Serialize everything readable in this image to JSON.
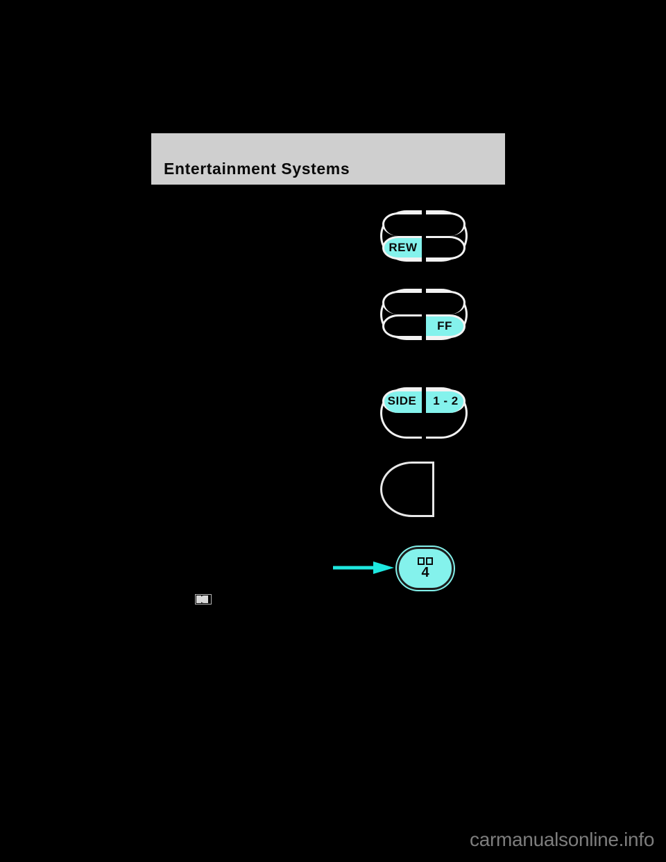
{
  "page": {
    "background_color": "#000000",
    "accent_color": "#84f2ec",
    "header_band_color": "#cfcfcf"
  },
  "header": {
    "title": "Entertainment Systems"
  },
  "figures": [
    {
      "id": "rewind-rocker",
      "type": "rocker-switch",
      "left_label": "REW",
      "right_label": "",
      "lit_side": "left"
    },
    {
      "id": "fast-forward-rocker",
      "type": "rocker-switch",
      "left_label": "",
      "right_label": "FF",
      "lit_side": "right"
    },
    {
      "id": "side-rocker",
      "type": "rocker-switch",
      "left_label": "SIDE",
      "right_label": "1 - 2",
      "lit_side": "both"
    },
    {
      "id": "blank-half-button",
      "type": "d-shape-button",
      "left_label": "",
      "right_label": "",
      "lit_side": "none"
    },
    {
      "id": "preset-4-button",
      "type": "preset-button",
      "number": "4",
      "icon": "dolby-icon",
      "lit_side": "all",
      "callout": true
    }
  ],
  "inline_icon": {
    "name": "dolby-noise-reduction-icon"
  },
  "footer": {
    "watermark": "carmanualsonline.info"
  }
}
